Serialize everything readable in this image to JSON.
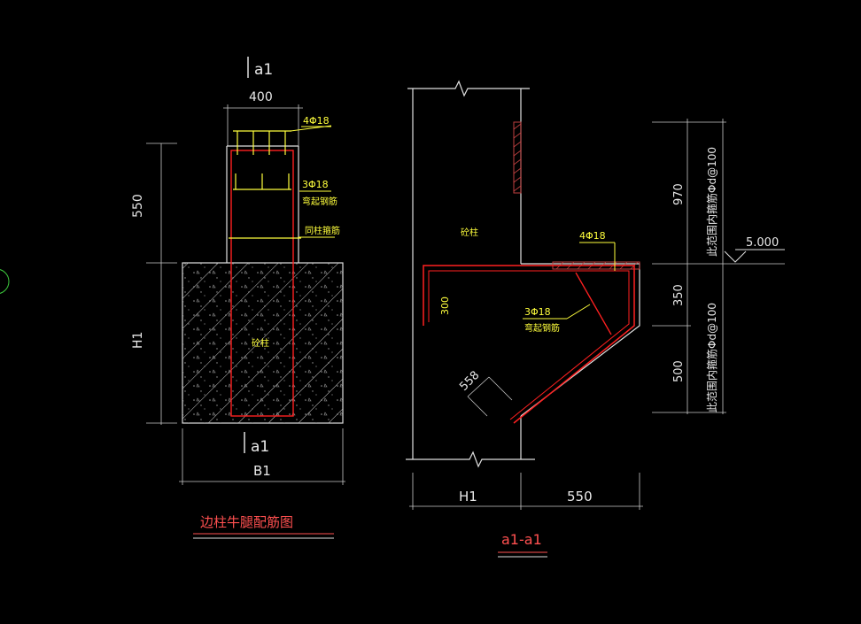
{
  "colors": {
    "background": "#000000",
    "dimension": "#c8c8c8",
    "concrete": "#e0e0e0",
    "rebar_red": "#ff2020",
    "rebar_yellow": "#ffff3c",
    "title_red": "#ff5050",
    "hatch": "#c04040"
  },
  "left_view": {
    "section_mark_top": "a1",
    "section_mark_bottom": "a1",
    "dim_top_width": "400",
    "dim_left_upper": "550",
    "dim_left_lower": "H1",
    "dim_bottom_width": "B1",
    "label_top_bars": "4Φ18",
    "label_bent_bars_qty": "3Φ18",
    "label_bent_bars_name": "弯起钢筋",
    "label_stirrups": "同柱箍筋",
    "label_column": "砼柱",
    "title": "边柱牛腿配筋图"
  },
  "right_view": {
    "label_column": "砼柱",
    "label_top_bars": "4Φ18",
    "label_bent_bars_qty": "3Φ18",
    "label_bent_bars_name": "弯起钢筋",
    "dim_300": "300",
    "dim_558": "558",
    "dim_right_upper": "970",
    "dim_right_mid": "350",
    "dim_right_lower": "500",
    "note_upper": "此范围内箍筋Φd@100",
    "note_lower": "此范围内箍筋Φd@100",
    "elevation": "5.000",
    "dim_bottom_left": "H1",
    "dim_bottom_right": "550",
    "title": "a1-a1"
  }
}
